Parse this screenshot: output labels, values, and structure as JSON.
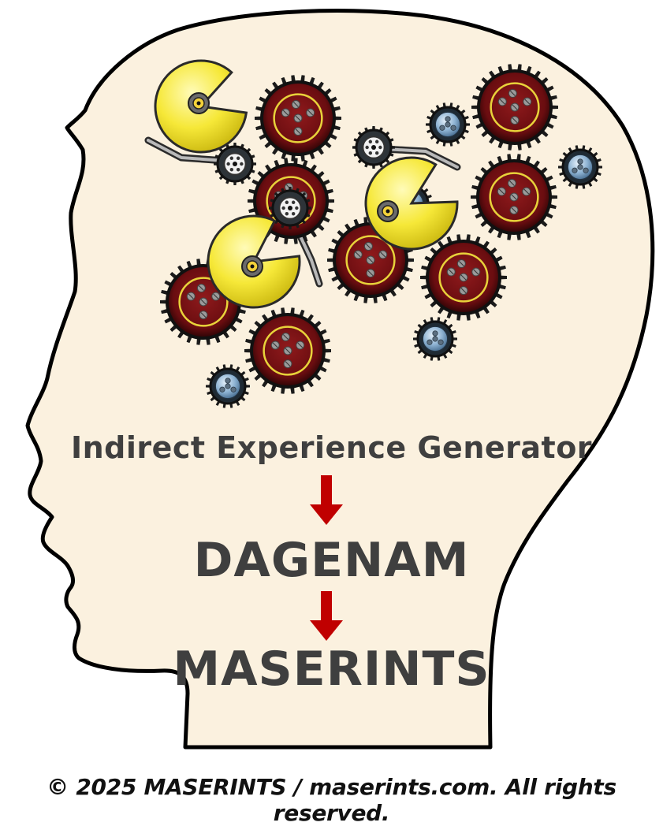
{
  "labels": {
    "generator": "Indirect Experience Generator",
    "stage_two": "DAGENAM",
    "stage_three": "MASERINTS"
  },
  "footer": {
    "copyright": "© 2025 MASERINTS / maserints.com. All rights reserved."
  },
  "colors": {
    "head_fill": "#fbf1df",
    "head_outline": "#000000",
    "text": "#3f3f3f",
    "arrow": "#c00000",
    "gear_large": "#7a0f12",
    "gear_small": "#8fb3cf",
    "pacman": "#f5e73a"
  },
  "icons": {
    "large_gear": "large-red-gear-icon",
    "small_gear": "small-blue-gear-icon",
    "pacman": "yellow-pacman-icon",
    "pulley": "pulley-wheel-icon",
    "arrow": "down-arrow-icon"
  }
}
